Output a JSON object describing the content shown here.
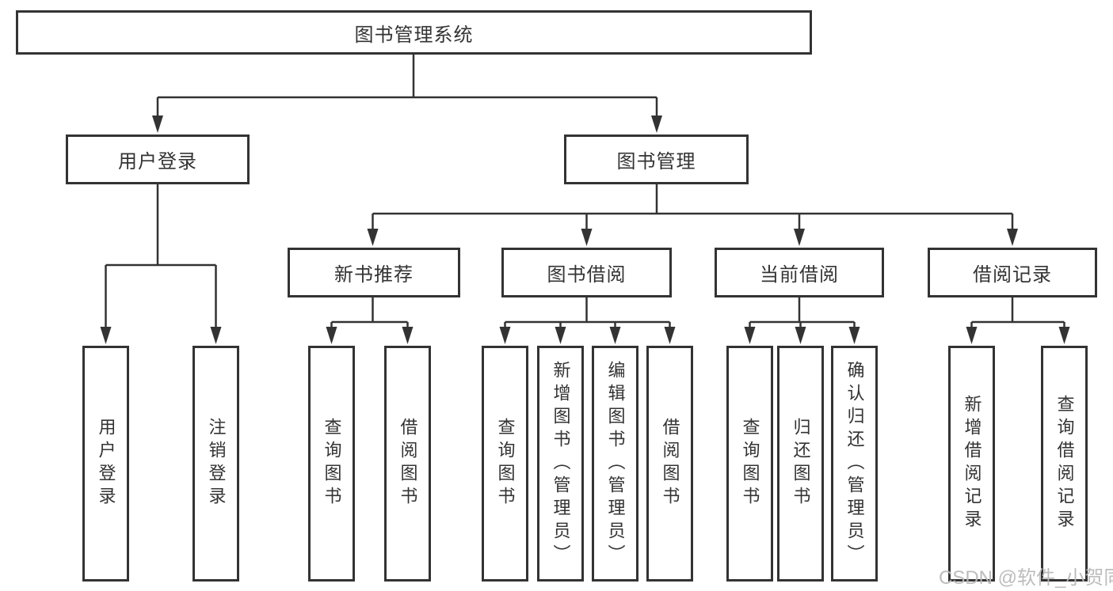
{
  "diagram": {
    "root_label": "图书管理系统",
    "level1": [
      {
        "id": "user-login",
        "label": "用户登录"
      },
      {
        "id": "book-management",
        "label": "图书管理"
      }
    ],
    "level2": [
      {
        "id": "new-book-recommend",
        "label": "新书推荐",
        "parent": "book-management"
      },
      {
        "id": "book-borrowing",
        "label": "图书借阅",
        "parent": "book-management"
      },
      {
        "id": "current-borrowing",
        "label": "当前借阅",
        "parent": "book-management"
      },
      {
        "id": "borrowing-records",
        "label": "借阅记录",
        "parent": "book-management"
      }
    ],
    "leaves": [
      {
        "id": "user-login-leaf",
        "label": "用户登录",
        "parent": "user-login"
      },
      {
        "id": "logout",
        "label": "注销登录",
        "parent": "user-login"
      },
      {
        "id": "query-books-recommend",
        "label": "查询图书",
        "parent": "new-book-recommend"
      },
      {
        "id": "borrow-books-recommend",
        "label": "借阅图书",
        "parent": "new-book-recommend"
      },
      {
        "id": "query-books-borrowing",
        "label": "查询图书",
        "parent": "book-borrowing"
      },
      {
        "id": "add-books-admin",
        "label": "新增图书（管理员）",
        "parent": "book-borrowing"
      },
      {
        "id": "edit-books-admin",
        "label": "编辑图书（管理员）",
        "parent": "book-borrowing"
      },
      {
        "id": "borrow-books-borrowing",
        "label": "借阅图书",
        "parent": "book-borrowing"
      },
      {
        "id": "query-books-current",
        "label": "查询图书",
        "parent": "current-borrowing"
      },
      {
        "id": "return-books",
        "label": "归还图书",
        "parent": "current-borrowing"
      },
      {
        "id": "confirm-return-admin",
        "label": "确认归还（管理员）",
        "parent": "current-borrowing"
      },
      {
        "id": "add-borrow-record",
        "label": "新增借阅记录",
        "parent": "borrowing-records"
      },
      {
        "id": "query-borrow-record",
        "label": "查询借阅记录",
        "parent": "borrowing-records"
      }
    ]
  },
  "watermark": {
    "text": "CSDN @软件_小贺同学"
  },
  "colors": {
    "line": "#333333",
    "box_border": "#333333",
    "text": "#333333",
    "watermark": "#b8b8b8",
    "background": "#ffffff"
  }
}
